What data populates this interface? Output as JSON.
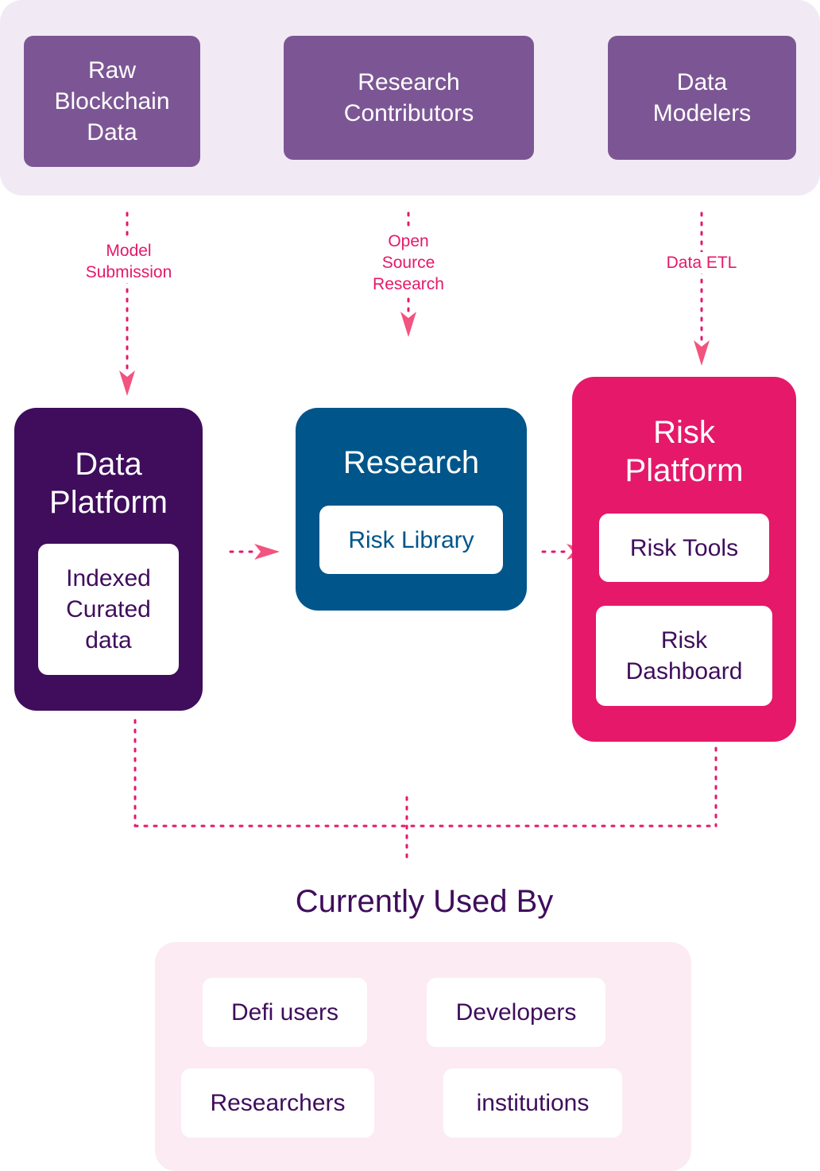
{
  "sources": {
    "raw_blockchain": "Raw\nBlockchain\nData",
    "research_contributors": "Research\nContributors",
    "data_modelers": "Data\nModelers"
  },
  "edge_labels": {
    "model_submission": "Model\nSubmission",
    "open_source_research": "Open\nSource\nResearch",
    "data_etl": "Data ETL"
  },
  "platforms": {
    "data_platform": {
      "title": "Data\nPlatform",
      "card": "Indexed\nCurated\ndata"
    },
    "research": {
      "title": "Research",
      "card": "Risk Library"
    },
    "risk_platform": {
      "title": "Risk\nPlatform",
      "cards": [
        "Risk Tools",
        "Risk\nDashboard"
      ]
    }
  },
  "used_by": {
    "title": "Currently Used By",
    "users": [
      "Defi users",
      "Developers",
      "Researchers",
      "institutions"
    ]
  },
  "colors": {
    "source_box": "#7c5694",
    "top_band": "#f1eaf4",
    "data_platform": "#3f0d5c",
    "research": "#00558a",
    "risk_platform": "#e5186a",
    "connector": "#e5186a",
    "arrow": "#f2537f",
    "users_panel": "#fcebf3"
  }
}
